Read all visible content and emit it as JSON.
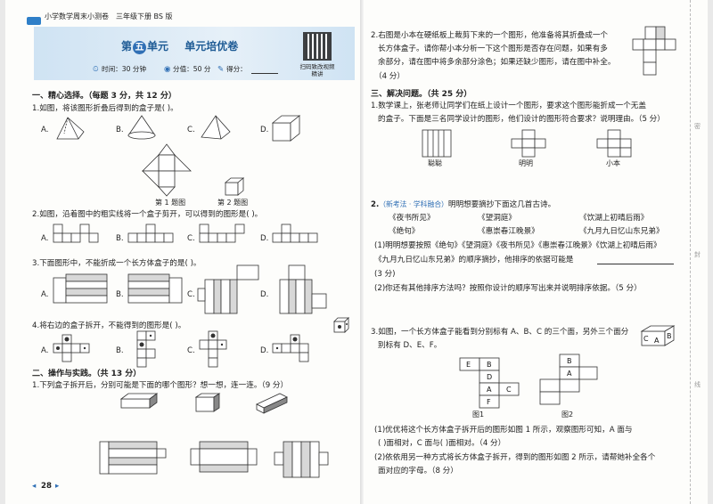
{
  "header": {
    "series": "小学数学周末小测卷",
    "grade": "三年级下册 BS 版",
    "unit": "第",
    "unit_num": "五",
    "unit_suffix": "单元",
    "test_title": "单元培优卷",
    "time": "时间：30 分钟",
    "score": "分值：50 分",
    "my_score": "得分：",
    "qr_caption": "扫码致改视频精讲"
  },
  "left": {
    "s1_title": "一、精心选择。（每题 3 分，共 12 分）",
    "q1": "1.如图，将该图形折叠后得到的盒子是(     )。",
    "q1_opts": [
      "A.",
      "B.",
      "C.",
      "D."
    ],
    "q1_cap1": "第 1 题图",
    "q1_cap2": "第 2 题图",
    "q2": "2.如图，沿着图中的粗实线将一个盒子剪开，可以得到的图形是(     )。",
    "q2_opts": [
      "A.",
      "B.",
      "C.",
      "D."
    ],
    "q3": "3.下面图形中，不能折成一个长方体盒子的是(     )。",
    "q3_opts": [
      "A.",
      "B.",
      "C.",
      "D."
    ],
    "q4": "4.将右边的盒子拆开，不能得到的图形是(     )。",
    "q4_opts": [
      "A.",
      "B.",
      "C.",
      "D."
    ],
    "s2_title": "二、操作与实践。（共 13 分）",
    "s2_q1": "1.下列盒子拆开后，分别可能是下面的哪个图形？想一想，连一连。（9 分）",
    "page_num": "28"
  },
  "right": {
    "q2_l1": "2.右图是小本在硬纸板上裁剪下来的一个图形，他准备将其折叠成一个",
    "q2_l2": "长方体盒子。请你帮小本分析一下这个图形是否存在问题，如果有多",
    "q2_l3": "余部分，请在图中将多余部分涂色；如果还缺少图形，请在图中补全。",
    "q2_pts": "（4 分）",
    "s3_title": "三、解决问题。（共 25 分）",
    "s3_q1_l1": "1.数学课上，张老师让同学们在纸上设计一个图形，要求这个图形能折成一个无盖",
    "s3_q1_l2": "的盒子。下面是三名同学设计的图形，他们设计的图形符合要求？说明理由。（5 分）",
    "names": [
      "聪聪",
      "明明",
      "小本"
    ],
    "q2b_tag": "（新考法 · 学科融合）",
    "q2b_text": "明明想要摘抄下面这几首古诗。",
    "poems": [
      "《夜书所见》",
      "《望洞庭》",
      "《饮湖上初晴后雨》",
      "《绝句》",
      "《惠崇春江晚景》",
      "《九月九日忆山东兄弟》"
    ],
    "q2b_p1_l1": "(1)明明想要按照《绝句》《望洞庭》《夜书所见》《惠崇春江晚景》《饮湖上初晴后雨》",
    "q2b_p1_l2": "《九月九日忆山东兄弟》的顺序摘抄，他排序的依据可能是",
    "q2b_p1_pts": "(3 分)",
    "q2b_p2": "(2)你还有其他排序方法吗？按照你设计的顺序写出来并说明排序依据。（5 分）",
    "q3_l1": "3.如图，一个长方体盒子能看到分别标有 A、B、C 的三个面，另外三个面分",
    "q3_l2": "别标有 D、E、F。",
    "fig1_labels": [
      "E",
      "B",
      "D",
      "A",
      "C",
      "F"
    ],
    "fig2_labels": [
      "B",
      "A"
    ],
    "box_labels": [
      "C",
      "B",
      "A"
    ],
    "fig1_cap": "图1",
    "fig2_cap": "图2",
    "q3_p1_l1": "(1)优优将这个长方体盒子拆开后的图形如图 1 所示，观察图形可知，A 面与",
    "q3_p1_l2": "(          )面相对，C 面与(          )面相对。（4 分）",
    "q3_p2_l1": "(2)依依用另一种方式将长方体盒子拆开，得到的图形如图 2 所示，请帮她补全各个",
    "q3_p2_l2": "面对应的字母。（8 分）"
  },
  "margin": [
    "密",
    "封",
    "线"
  ]
}
